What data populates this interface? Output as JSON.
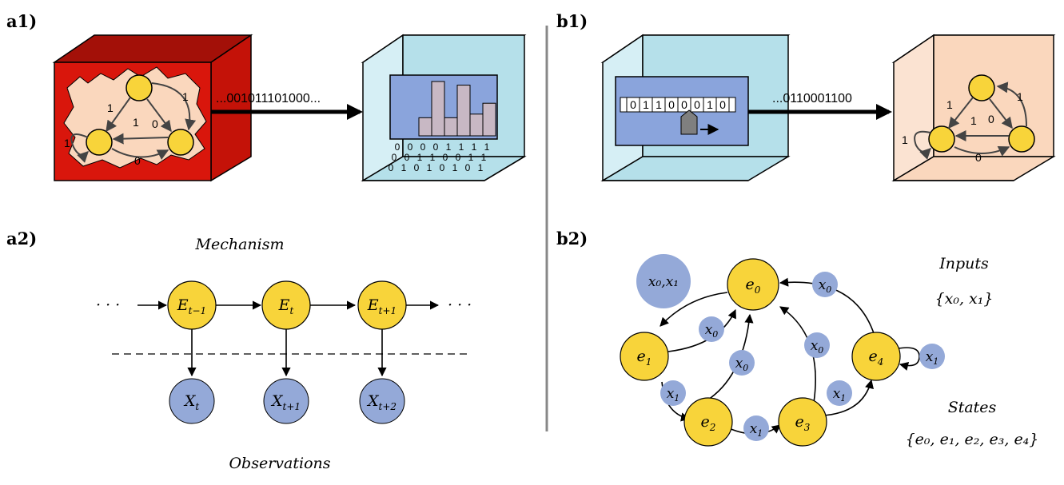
{
  "panels": {
    "a1": "a1)",
    "a2": "a2)",
    "b1": "b1)",
    "b2": "b2)"
  },
  "a1": {
    "stream": "...001011101000...",
    "edge_labels": [
      "1",
      "1",
      "1",
      "0",
      "1",
      "0"
    ],
    "bars": [
      1,
      3,
      1,
      2.8,
      1.2,
      1.8
    ],
    "table_rows": [
      [
        "0",
        "0",
        "0",
        "0",
        "1",
        "1",
        "1",
        "1"
      ],
      [
        "0",
        "0",
        "1",
        "1",
        "0",
        "0",
        "1",
        "1"
      ],
      [
        "0",
        "1",
        "0",
        "1",
        "0",
        "1",
        "0",
        "1"
      ]
    ]
  },
  "b1": {
    "tape": [
      "0",
      "1",
      "1",
      "0",
      "0",
      "0",
      "1",
      "0"
    ],
    "stream": "...0110001100",
    "edge_labels": [
      "1",
      "1",
      "1",
      "0",
      "1",
      "0"
    ]
  },
  "a2": {
    "mechanism": "Mechanism",
    "observations": "Observations",
    "ellipsis": "· · ·",
    "hidden": [
      {
        "base": "E",
        "sub": "t−1"
      },
      {
        "base": "E",
        "sub": "t"
      },
      {
        "base": "E",
        "sub": "t+1"
      }
    ],
    "observed": [
      {
        "base": "X",
        "sub": "t"
      },
      {
        "base": "X",
        "sub": "t+1"
      },
      {
        "base": "X",
        "sub": "t+2"
      }
    ]
  },
  "b2": {
    "states": [
      {
        "base": "e",
        "sub": "0"
      },
      {
        "base": "e",
        "sub": "1"
      },
      {
        "base": "e",
        "sub": "2"
      },
      {
        "base": "e",
        "sub": "3"
      },
      {
        "base": "e",
        "sub": "4"
      }
    ],
    "inputs_title": "Inputs",
    "inputs_set": "{x₀, x₁}",
    "states_title": "States",
    "states_set": "{e₀, e₁, e₂, e₃, e₄}",
    "legend_input": "x₀,x₁",
    "edge_symbols": {
      "x0": {
        "base": "x",
        "sub": "0"
      },
      "x1": {
        "base": "x",
        "sub": "1"
      }
    }
  },
  "colors": {
    "state": "#f8d43a",
    "observation": "#94a9d8",
    "red_box": "#d9160c",
    "peach": "#fad7bd",
    "light_blue": "#b5e0ea",
    "screen_blue": "#8aa4dc",
    "bar": "#c8b8c4"
  }
}
